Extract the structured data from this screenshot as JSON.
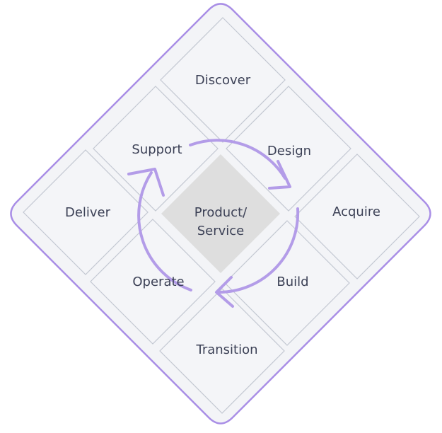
{
  "colors": {
    "outer_fill": "#f3f4f7",
    "outer_stroke": "#a98ee6",
    "tile_fill": "#f4f5f8",
    "tile_stroke": "#c3c8d2",
    "center_fill": "#dedede",
    "arrow": "#b39ce8",
    "text": "#3c4156"
  },
  "center": {
    "line1": "Product/",
    "line2": "Service"
  },
  "phases": {
    "discover": "Discover",
    "design": "Design",
    "acquire": "Acquire",
    "build": "Build",
    "transition": "Transition",
    "operate": "Operate",
    "deliver": "Deliver",
    "support": "Support"
  }
}
